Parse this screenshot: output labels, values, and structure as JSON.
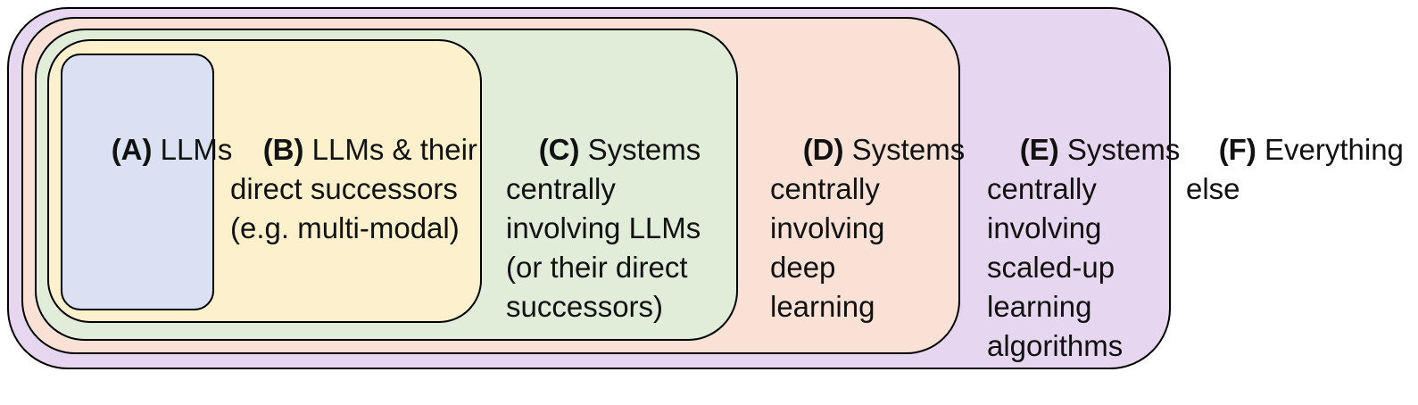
{
  "diagram": {
    "colors": {
      "everything_else": "#e6d6f0",
      "scaled_up_learning": "#f9e2d5",
      "deep_learning": "#e6d6f0",
      "llm_systems": "#e1edd9",
      "llms_and_successors": "#fdf0cc",
      "llms": "#d9e1f2",
      "border": "#000000"
    },
    "regions": [
      {
        "id": "A",
        "tag": "(A)",
        "lines": [
          " LLMs"
        ]
      },
      {
        "id": "B",
        "tag": "(B)",
        "lines": [
          " LLMs & their",
          "direct successors",
          "(e.g. multi-modal)"
        ]
      },
      {
        "id": "C",
        "tag": "(C)",
        "lines": [
          " Systems",
          "centrally",
          "involving LLMs",
          "(or their direct",
          "successors)"
        ]
      },
      {
        "id": "D",
        "tag": "(D)",
        "lines": [
          " Systems",
          "centrally",
          "involving",
          "deep",
          "learning"
        ]
      },
      {
        "id": "E",
        "tag": "(E)",
        "lines": [
          " Systems",
          "centrally",
          "involving",
          "scaled-up",
          "learning",
          "algorithms"
        ]
      },
      {
        "id": "F",
        "tag": "(F)",
        "lines": [
          " Everything",
          "else"
        ]
      }
    ]
  }
}
